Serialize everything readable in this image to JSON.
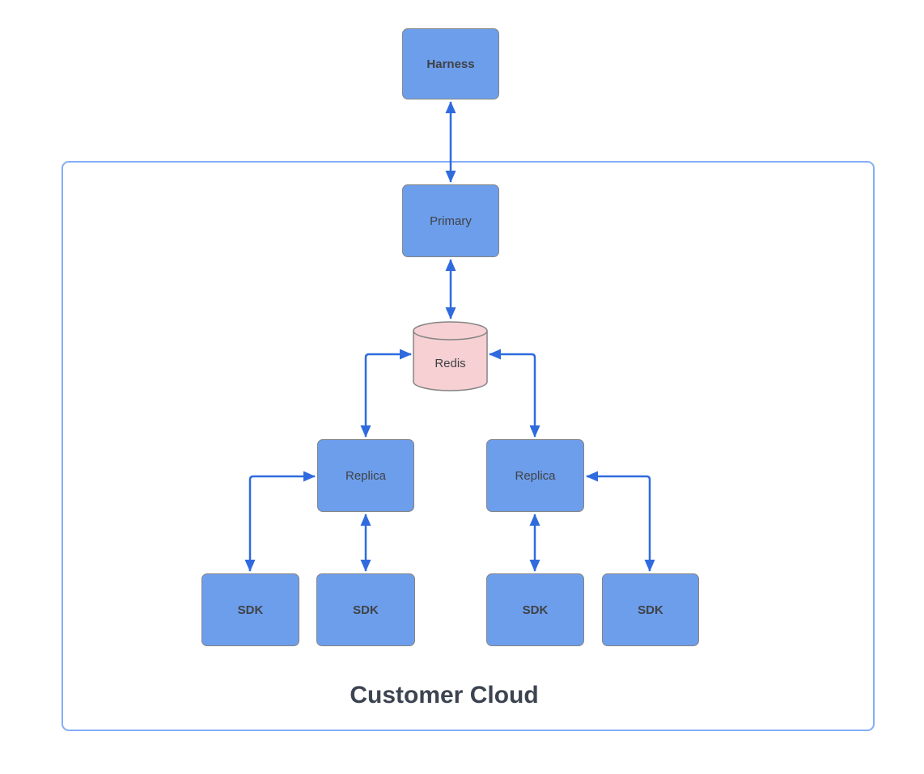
{
  "diagram": {
    "title": "Customer Cloud",
    "nodes": {
      "harness": {
        "label": "Harness",
        "shape": "rectangle",
        "fill": "#6d9eeb"
      },
      "primary": {
        "label": "Primary",
        "shape": "rectangle",
        "fill": "#6d9eeb"
      },
      "redis": {
        "label": "Redis",
        "shape": "cylinder",
        "fill": "#f6d0d3"
      },
      "replica_left": {
        "label": "Replica",
        "shape": "rectangle",
        "fill": "#6d9eeb"
      },
      "replica_right": {
        "label": "Replica",
        "shape": "rectangle",
        "fill": "#6d9eeb"
      },
      "sdk_1": {
        "label": "SDK",
        "shape": "rectangle",
        "fill": "#6d9eeb"
      },
      "sdk_2": {
        "label": "SDK",
        "shape": "rectangle",
        "fill": "#6d9eeb"
      },
      "sdk_3": {
        "label": "SDK",
        "shape": "rectangle",
        "fill": "#6d9eeb"
      },
      "sdk_4": {
        "label": "SDK",
        "shape": "rectangle",
        "fill": "#6d9eeb"
      }
    },
    "edges": [
      {
        "from": "Harness",
        "to": "Primary",
        "bidirectional": true
      },
      {
        "from": "Primary",
        "to": "Redis",
        "bidirectional": true
      },
      {
        "from": "Redis",
        "to": "Replica left",
        "bidirectional": true
      },
      {
        "from": "Redis",
        "to": "Replica right",
        "bidirectional": true
      },
      {
        "from": "Replica left",
        "to": "SDK 1",
        "bidirectional": true
      },
      {
        "from": "Replica left",
        "to": "SDK 2",
        "bidirectional": true
      },
      {
        "from": "Replica right",
        "to": "SDK 3",
        "bidirectional": true
      },
      {
        "from": "Replica right",
        "to": "SDK 4",
        "bidirectional": true
      }
    ],
    "colors": {
      "node_fill": "#6d9eeb",
      "node_border": "#848484",
      "redis_fill": "#f6d0d3",
      "connector": "#2f6bde",
      "container_border": "#84aef7",
      "node_text": "#3f4245",
      "title_text": "#3d4451",
      "background": "#ffffff"
    }
  }
}
